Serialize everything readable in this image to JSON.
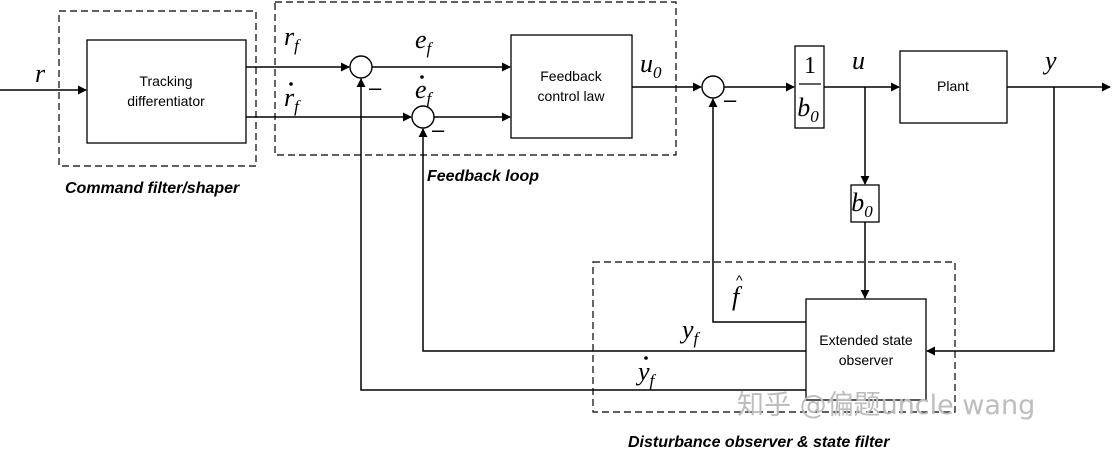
{
  "blocks": {
    "td": "Tracking differentiator",
    "fcl": "Feedback control law",
    "plant": "Plant",
    "eso": "Extended state observer"
  },
  "groups": {
    "command": "Command filter/shaper",
    "feedback": "Feedback loop",
    "observer": "Disturbance observer &  state filter"
  },
  "signals": {
    "r": "r",
    "rf": "r",
    "rf_sub": "f",
    "ef": "e",
    "ef_sub": "f",
    "u0": "u",
    "u0_sub": "0",
    "u": "u",
    "y": "y",
    "yf": "y",
    "yf_sub": "f",
    "fhat": "f",
    "b0": "b",
    "b0_sub": "0",
    "gain_num": "1"
  },
  "minus_sign": "–",
  "watermark": "知乎 @偏题uncle wang"
}
